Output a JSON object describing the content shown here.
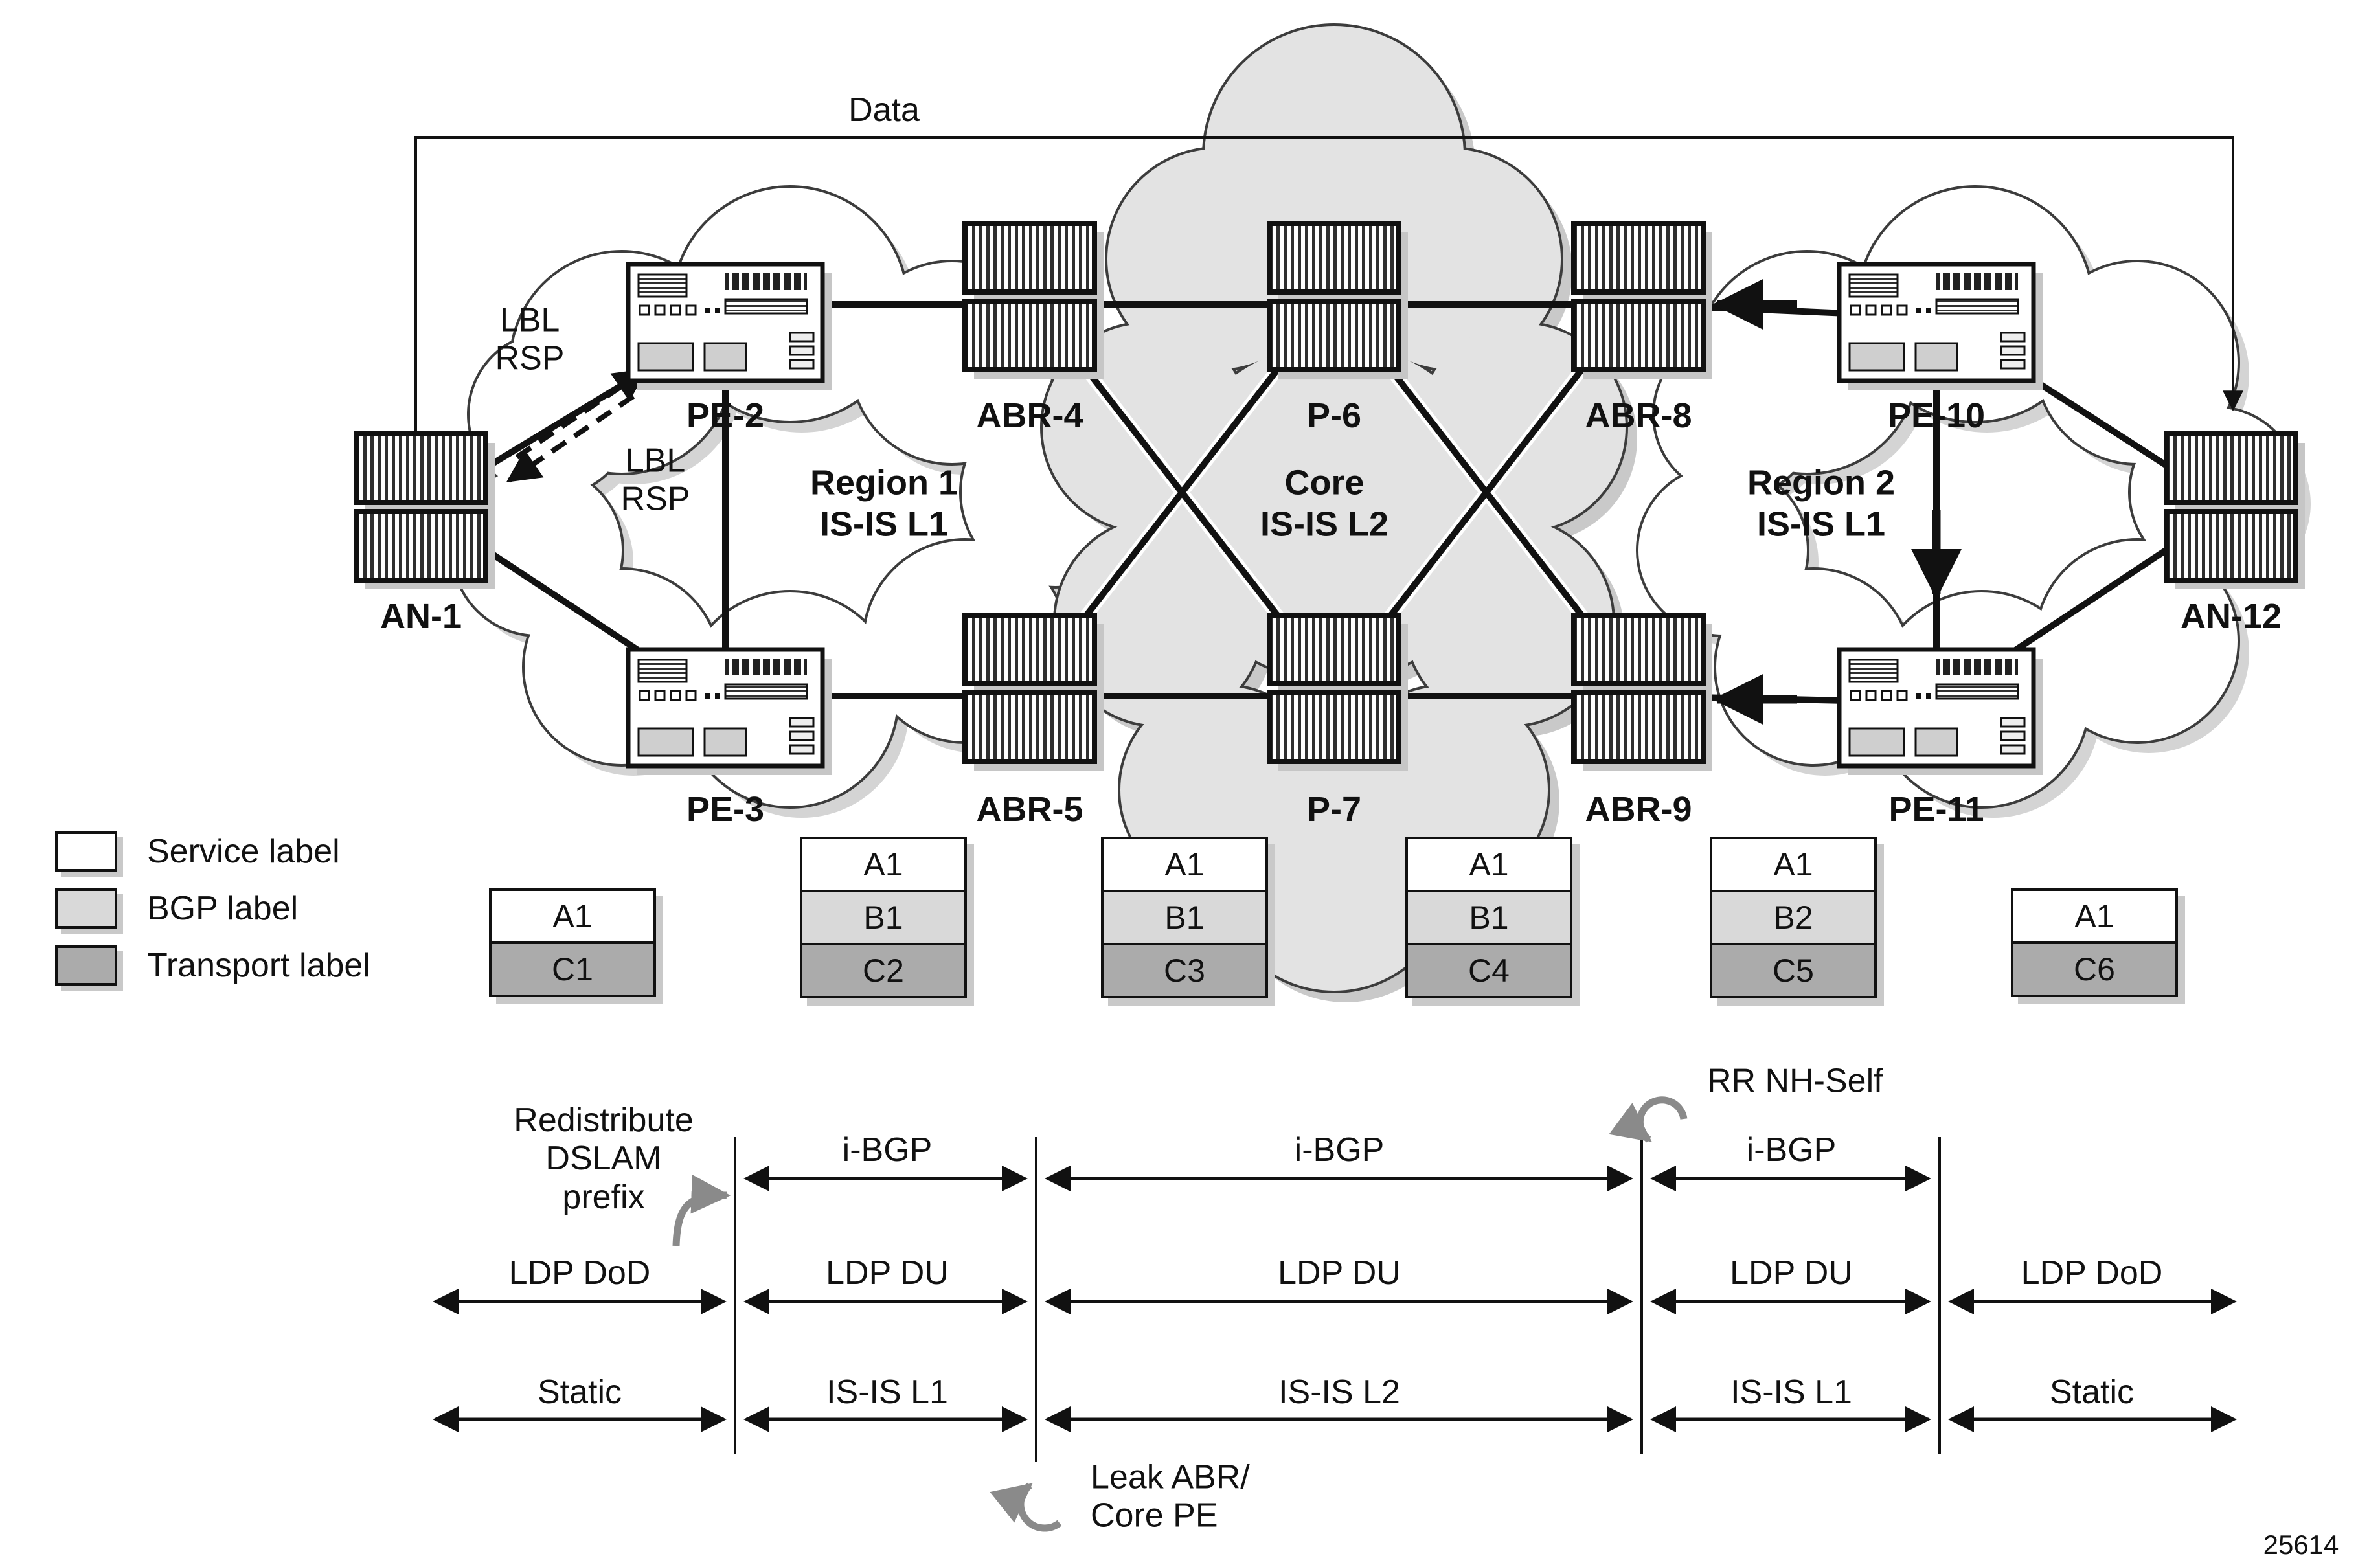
{
  "figure": {
    "number": "25614"
  },
  "colors": {
    "service_label": "#ffffff",
    "bgp_label": "#d9d9d9",
    "transport_label": "#ababab",
    "core_cloud": "#e3e3e3",
    "region_cloud": "#ffffff",
    "line": "#111111"
  },
  "annotations": {
    "data_flow": "Data",
    "lbl_rsp_upper": "LBL\nRSP",
    "lbl_rsp_lower": "LBL\nRSP",
    "redistribute": "Redistribute\nDSLAM\nprefix",
    "rr_nh_self": "RR NH-Self",
    "leak": "Leak ABR/\nCore PE"
  },
  "regions": [
    "Region 1\nIS-IS L1",
    "Core\nIS-IS L2",
    "Region 2\nIS-IS L1"
  ],
  "nodes": [
    "AN-1",
    "PE-2",
    "PE-3",
    "ABR-4",
    "ABR-5",
    "P-6",
    "P-7",
    "ABR-8",
    "ABR-9",
    "PE-10",
    "PE-11",
    "AN-12"
  ],
  "legend": {
    "items": [
      {
        "label": "Service label",
        "color": "#ffffff"
      },
      {
        "label": "BGP label",
        "color": "#d9d9d9"
      },
      {
        "label": "Transport label",
        "color": "#ababab"
      }
    ]
  },
  "label_stacks": [
    {
      "cells": [
        {
          "text": "A1",
          "type": "service"
        },
        {
          "text": "C1",
          "type": "transport"
        }
      ]
    },
    {
      "cells": [
        {
          "text": "A1",
          "type": "service"
        },
        {
          "text": "B1",
          "type": "bgp"
        },
        {
          "text": "C2",
          "type": "transport"
        }
      ]
    },
    {
      "cells": [
        {
          "text": "A1",
          "type": "service"
        },
        {
          "text": "B1",
          "type": "bgp"
        },
        {
          "text": "C3",
          "type": "transport"
        }
      ]
    },
    {
      "cells": [
        {
          "text": "A1",
          "type": "service"
        },
        {
          "text": "B1",
          "type": "bgp"
        },
        {
          "text": "C4",
          "type": "transport"
        }
      ]
    },
    {
      "cells": [
        {
          "text": "A1",
          "type": "service"
        },
        {
          "text": "B2",
          "type": "bgp"
        },
        {
          "text": "C5",
          "type": "transport"
        }
      ]
    },
    {
      "cells": [
        {
          "text": "A1",
          "type": "service"
        },
        {
          "text": "C6",
          "type": "transport"
        }
      ]
    }
  ],
  "flow_rows": [
    {
      "segments": [
        "i-BGP",
        "i-BGP",
        "i-BGP"
      ]
    },
    {
      "segments": [
        "LDP DoD",
        "LDP DU",
        "LDP DU",
        "LDP DU",
        "LDP DoD"
      ]
    },
    {
      "segments": [
        "Static",
        "IS-IS L1",
        "IS-IS L2",
        "IS-IS L1",
        "Static"
      ]
    }
  ]
}
